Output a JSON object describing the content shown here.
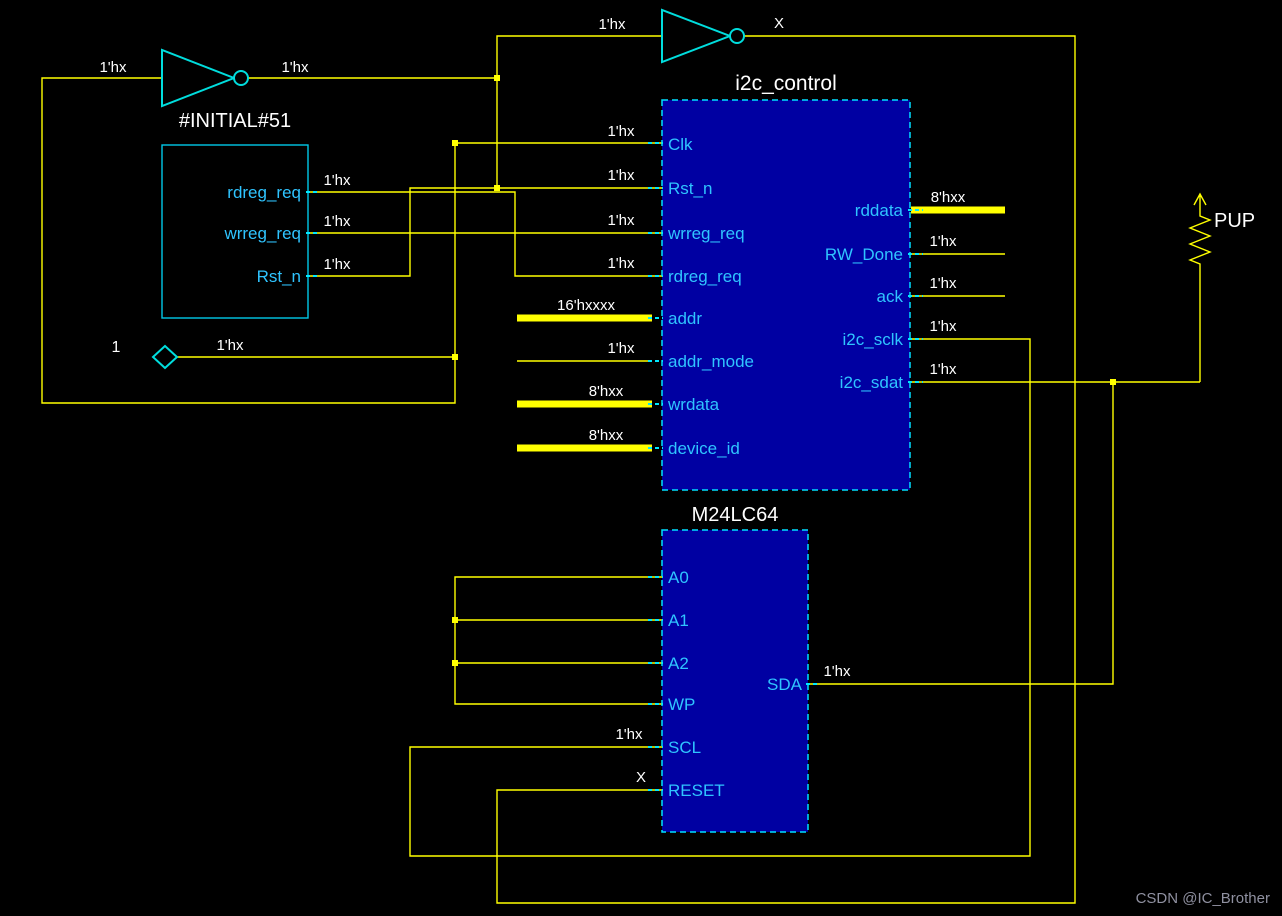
{
  "buffers": {
    "left": {
      "input_value": "1'hx",
      "output_value": "1'hx"
    },
    "top": {
      "input_value": "1'hx",
      "output_value": "X"
    }
  },
  "constant": {
    "literal": "1",
    "net_value": "1'hx"
  },
  "initial_block": {
    "title": "#INITIAL#51",
    "pins": [
      {
        "name": "rdreg_req",
        "value": "1'hx"
      },
      {
        "name": "wrreg_req",
        "value": "1'hx"
      },
      {
        "name": "Rst_n",
        "value": "1'hx"
      }
    ]
  },
  "i2c_block": {
    "title": "i2c_control",
    "inputs": [
      {
        "name": "Clk",
        "value": "1'hx"
      },
      {
        "name": "Rst_n",
        "value": "1'hx"
      },
      {
        "name": "wrreg_req",
        "value": "1'hx"
      },
      {
        "name": "rdreg_req",
        "value": "1'hx"
      },
      {
        "name": "addr",
        "value": "16'hxxxx"
      },
      {
        "name": "addr_mode",
        "value": "1'hx"
      },
      {
        "name": "wrdata",
        "value": "8'hxx"
      },
      {
        "name": "device_id",
        "value": "8'hxx"
      }
    ],
    "outputs": [
      {
        "name": "rddata",
        "value": "8'hxx"
      },
      {
        "name": "RW_Done",
        "value": "1'hx"
      },
      {
        "name": "ack",
        "value": "1'hx"
      },
      {
        "name": "i2c_sclk",
        "value": "1'hx"
      },
      {
        "name": "i2c_sdat",
        "value": "1'hx"
      }
    ]
  },
  "m24_block": {
    "title": "M24LC64",
    "pins_left": [
      {
        "name": "A0"
      },
      {
        "name": "A1"
      },
      {
        "name": "A2"
      },
      {
        "name": "WP"
      },
      {
        "name": "SCL",
        "value": "1'hx"
      },
      {
        "name": "RESET",
        "value": "X"
      }
    ],
    "pin_right": {
      "name": "SDA",
      "value": "1'hx"
    }
  },
  "pullup": {
    "label": "PUP"
  },
  "watermark": {
    "text": "CSDN @IC_Brother"
  },
  "colors": {
    "background": "#000000",
    "wire": "#ffff00",
    "block_fill": "#0000a2",
    "block_border": "#00e0ff",
    "pin_text": "#2fc4ff",
    "value_text": "#ffffff",
    "title_text": "#ffffff",
    "watermark_text": "#8f90a0"
  }
}
